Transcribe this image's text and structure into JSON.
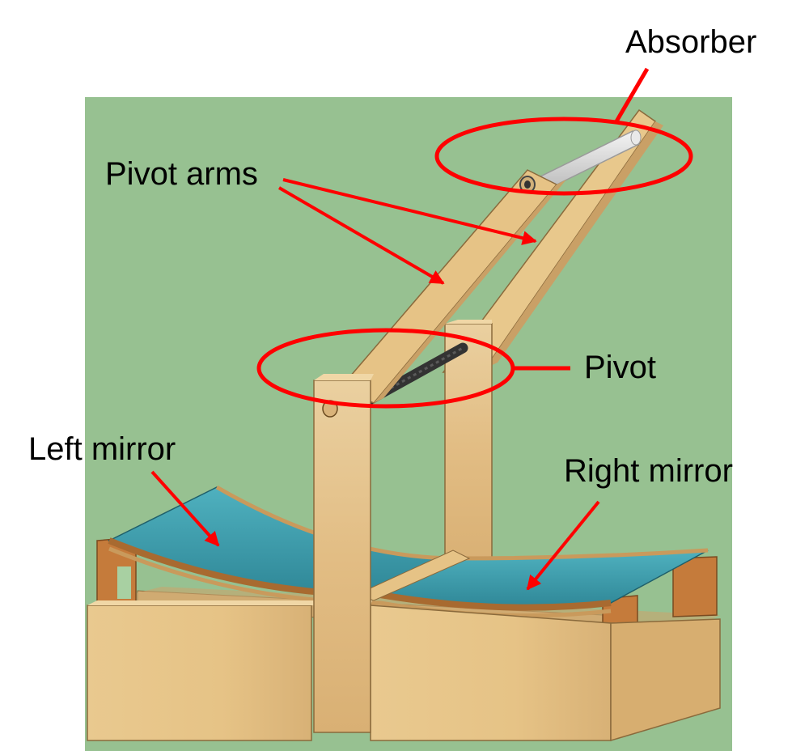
{
  "labels": {
    "absorber": "Absorber",
    "pivot_arms": "Pivot arms",
    "pivot": "Pivot",
    "left_mirror": "Left mirror",
    "right_mirror": "Right mirror"
  },
  "colors": {
    "background_panel": "#97c191",
    "annotation": "#ff0000",
    "wood_light": "#e6c386",
    "wood_dark": "#c27a3c",
    "mirror_glass": "#3e9ba9",
    "absorber_tube": "#d9d9d9",
    "pivot_rod": "#3a3a3a"
  }
}
